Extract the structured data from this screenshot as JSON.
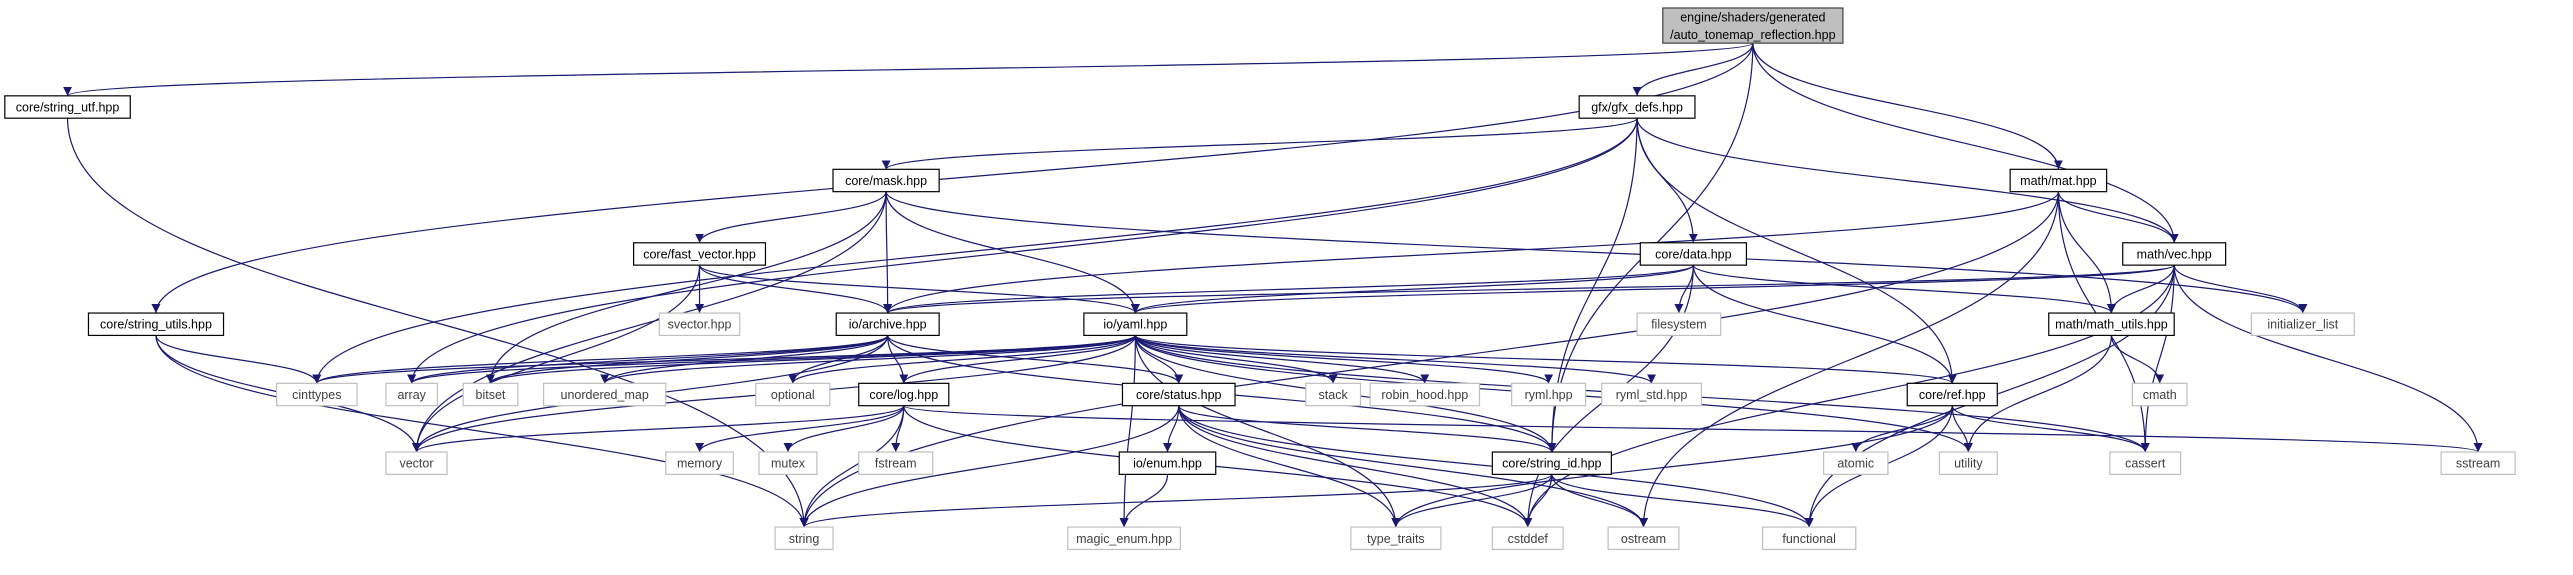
{
  "graph": {
    "colors": {
      "edge": "#191970",
      "root_fill": "#bfbfbf",
      "system_border": "#bfbfbf",
      "file_border": "#000000"
    },
    "nodes": [
      {
        "id": "root",
        "kind": "root",
        "lines": [
          "engine/shaders/generated",
          "/auto_tonemap_reflection.hpp"
        ]
      },
      {
        "id": "string_utf",
        "kind": "file",
        "lines": [
          "core/string_utf.hpp"
        ]
      },
      {
        "id": "gfx_defs",
        "kind": "file",
        "lines": [
          "gfx/gfx_defs.hpp"
        ]
      },
      {
        "id": "mat",
        "kind": "file",
        "lines": [
          "math/mat.hpp"
        ]
      },
      {
        "id": "mask",
        "kind": "file",
        "lines": [
          "core/mask.hpp"
        ]
      },
      {
        "id": "fast_vector",
        "kind": "file",
        "lines": [
          "core/fast_vector.hpp"
        ]
      },
      {
        "id": "data",
        "kind": "file",
        "lines": [
          "core/data.hpp"
        ]
      },
      {
        "id": "vec",
        "kind": "file",
        "lines": [
          "math/vec.hpp"
        ]
      },
      {
        "id": "string_utils",
        "kind": "file",
        "lines": [
          "core/string_utils.hpp"
        ]
      },
      {
        "id": "archive",
        "kind": "file",
        "lines": [
          "io/archive.hpp"
        ]
      },
      {
        "id": "yaml",
        "kind": "file",
        "lines": [
          "io/yaml.hpp"
        ]
      },
      {
        "id": "svector",
        "kind": "sys",
        "lines": [
          "svector.hpp"
        ]
      },
      {
        "id": "filesystem",
        "kind": "sys",
        "lines": [
          "filesystem"
        ]
      },
      {
        "id": "math_utils",
        "kind": "file",
        "lines": [
          "math/math_utils.hpp"
        ]
      },
      {
        "id": "initializer_list",
        "kind": "sys",
        "lines": [
          "initializer_list"
        ]
      },
      {
        "id": "cinttypes",
        "kind": "sys",
        "lines": [
          "cinttypes"
        ]
      },
      {
        "id": "array",
        "kind": "sys",
        "lines": [
          "array"
        ]
      },
      {
        "id": "bitset",
        "kind": "sys",
        "lines": [
          "bitset"
        ]
      },
      {
        "id": "unordered_map",
        "kind": "sys",
        "lines": [
          "unordered_map"
        ]
      },
      {
        "id": "optional",
        "kind": "sys",
        "lines": [
          "optional"
        ]
      },
      {
        "id": "log",
        "kind": "file",
        "lines": [
          "core/log.hpp"
        ]
      },
      {
        "id": "status",
        "kind": "file",
        "lines": [
          "core/status.hpp"
        ]
      },
      {
        "id": "stack",
        "kind": "sys",
        "lines": [
          "stack"
        ]
      },
      {
        "id": "robin_hood",
        "kind": "sys",
        "lines": [
          "robin_hood.hpp"
        ]
      },
      {
        "id": "ryml",
        "kind": "sys",
        "lines": [
          "ryml.hpp"
        ]
      },
      {
        "id": "ryml_std",
        "kind": "sys",
        "lines": [
          "ryml_std.hpp"
        ]
      },
      {
        "id": "ref",
        "kind": "file",
        "lines": [
          "core/ref.hpp"
        ]
      },
      {
        "id": "cmath",
        "kind": "sys",
        "lines": [
          "cmath"
        ]
      },
      {
        "id": "vector",
        "kind": "sys",
        "lines": [
          "vector"
        ]
      },
      {
        "id": "memory",
        "kind": "sys",
        "lines": [
          "memory"
        ]
      },
      {
        "id": "mutex",
        "kind": "sys",
        "lines": [
          "mutex"
        ]
      },
      {
        "id": "fstream",
        "kind": "sys",
        "lines": [
          "fstream"
        ]
      },
      {
        "id": "enum",
        "kind": "file",
        "lines": [
          "io/enum.hpp"
        ]
      },
      {
        "id": "string_id",
        "kind": "file",
        "lines": [
          "core/string_id.hpp"
        ]
      },
      {
        "id": "atomic",
        "kind": "sys",
        "lines": [
          "atomic"
        ]
      },
      {
        "id": "utility",
        "kind": "sys",
        "lines": [
          "utility"
        ]
      },
      {
        "id": "cassert",
        "kind": "sys",
        "lines": [
          "cassert"
        ]
      },
      {
        "id": "sstream",
        "kind": "sys",
        "lines": [
          "sstream"
        ]
      },
      {
        "id": "string",
        "kind": "sys",
        "lines": [
          "string"
        ]
      },
      {
        "id": "magic_enum",
        "kind": "sys",
        "lines": [
          "magic_enum.hpp"
        ]
      },
      {
        "id": "type_traits",
        "kind": "sys",
        "lines": [
          "type_traits"
        ]
      },
      {
        "id": "cstddef",
        "kind": "sys",
        "lines": [
          "cstddef"
        ]
      },
      {
        "id": "ostream",
        "kind": "sys",
        "lines": [
          "ostream"
        ]
      },
      {
        "id": "functional",
        "kind": "sys",
        "lines": [
          "functional"
        ]
      }
    ],
    "edges": [
      [
        "root",
        "string_utf"
      ],
      [
        "root",
        "gfx_defs"
      ],
      [
        "root",
        "mat"
      ],
      [
        "root",
        "vec"
      ],
      [
        "root",
        "string_utils"
      ],
      [
        "root",
        "string_id"
      ],
      [
        "string_utf",
        "string"
      ],
      [
        "gfx_defs",
        "mask"
      ],
      [
        "gfx_defs",
        "data"
      ],
      [
        "gfx_defs",
        "vec"
      ],
      [
        "gfx_defs",
        "cinttypes"
      ],
      [
        "gfx_defs",
        "array"
      ],
      [
        "gfx_defs",
        "ref"
      ],
      [
        "gfx_defs",
        "string_id"
      ],
      [
        "mat",
        "vec"
      ],
      [
        "mat",
        "math_utils"
      ],
      [
        "mat",
        "archive"
      ],
      [
        "mat",
        "string"
      ],
      [
        "mat",
        "cassert"
      ],
      [
        "mat",
        "ostream"
      ],
      [
        "mask",
        "fast_vector"
      ],
      [
        "mask",
        "archive"
      ],
      [
        "mask",
        "yaml"
      ],
      [
        "mask",
        "bitset"
      ],
      [
        "mask",
        "vector"
      ],
      [
        "mask",
        "initializer_list"
      ],
      [
        "fast_vector",
        "svector"
      ],
      [
        "fast_vector",
        "archive"
      ],
      [
        "fast_vector",
        "yaml"
      ],
      [
        "fast_vector",
        "vector"
      ],
      [
        "data",
        "filesystem"
      ],
      [
        "data",
        "math_utils"
      ],
      [
        "data",
        "archive"
      ],
      [
        "data",
        "yaml"
      ],
      [
        "data",
        "ref"
      ],
      [
        "data",
        "cstddef"
      ],
      [
        "vec",
        "math_utils"
      ],
      [
        "vec",
        "initializer_list"
      ],
      [
        "vec",
        "archive"
      ],
      [
        "vec",
        "yaml"
      ],
      [
        "vec",
        "cassert"
      ],
      [
        "vec",
        "sstream"
      ],
      [
        "vec",
        "cstddef"
      ],
      [
        "vec",
        "functional"
      ],
      [
        "string_utils",
        "cinttypes"
      ],
      [
        "string_utils",
        "vector"
      ],
      [
        "string_utils",
        "string"
      ],
      [
        "archive",
        "cinttypes"
      ],
      [
        "archive",
        "array"
      ],
      [
        "archive",
        "bitset"
      ],
      [
        "archive",
        "unordered_map"
      ],
      [
        "archive",
        "optional"
      ],
      [
        "archive",
        "log"
      ],
      [
        "archive",
        "status"
      ],
      [
        "archive",
        "string_id"
      ],
      [
        "archive",
        "vector"
      ],
      [
        "yaml",
        "cinttypes"
      ],
      [
        "yaml",
        "array"
      ],
      [
        "yaml",
        "bitset"
      ],
      [
        "yaml",
        "unordered_map"
      ],
      [
        "yaml",
        "optional"
      ],
      [
        "yaml",
        "log"
      ],
      [
        "yaml",
        "status"
      ],
      [
        "yaml",
        "stack"
      ],
      [
        "yaml",
        "robin_hood"
      ],
      [
        "yaml",
        "ryml"
      ],
      [
        "yaml",
        "ryml_std"
      ],
      [
        "yaml",
        "ref"
      ],
      [
        "yaml",
        "string_id"
      ],
      [
        "yaml",
        "utility"
      ],
      [
        "yaml",
        "cassert"
      ],
      [
        "yaml",
        "magic_enum"
      ],
      [
        "yaml",
        "type_traits"
      ],
      [
        "yaml",
        "vector"
      ],
      [
        "math_utils",
        "cmath"
      ],
      [
        "math_utils",
        "utility"
      ],
      [
        "log",
        "vector"
      ],
      [
        "log",
        "memory"
      ],
      [
        "log",
        "mutex"
      ],
      [
        "log",
        "fstream"
      ],
      [
        "log",
        "string"
      ],
      [
        "log",
        "sstream"
      ],
      [
        "log",
        "cstddef"
      ],
      [
        "status",
        "enum"
      ],
      [
        "status",
        "string_id"
      ],
      [
        "status",
        "string"
      ],
      [
        "status",
        "type_traits"
      ],
      [
        "status",
        "cstddef"
      ],
      [
        "status",
        "ostream"
      ],
      [
        "status",
        "functional"
      ],
      [
        "ref",
        "atomic"
      ],
      [
        "ref",
        "utility"
      ],
      [
        "ref",
        "cassert"
      ],
      [
        "ref",
        "type_traits"
      ],
      [
        "ref",
        "functional"
      ],
      [
        "enum",
        "magic_enum"
      ],
      [
        "string_id",
        "string"
      ],
      [
        "string_id",
        "type_traits"
      ],
      [
        "string_id",
        "cstddef"
      ],
      [
        "string_id",
        "ostream"
      ],
      [
        "string_id",
        "functional"
      ]
    ]
  }
}
